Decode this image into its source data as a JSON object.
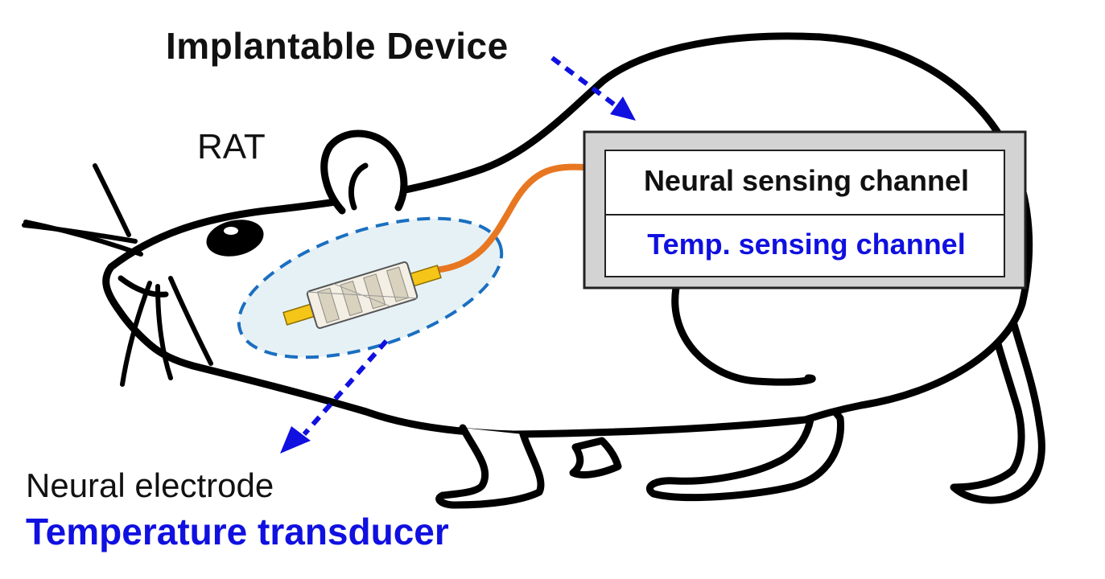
{
  "device_title": "Implantable Device",
  "subject_label": "RAT",
  "channels": {
    "neural": "Neural sensing channel",
    "temp": "Temp. sensing channel"
  },
  "electrode_label": "Neural electrode",
  "transducer_label": "Temperature transducer",
  "colors": {
    "outline": "#000000",
    "arrow_blue": "#1010e0",
    "cable_orange": "#e87722",
    "electrode_gold": "#f5c518",
    "implant_fill": "#e6f1f6",
    "dash_blue": "#1a6fc0",
    "panel_gray": "#d3d3d3"
  }
}
